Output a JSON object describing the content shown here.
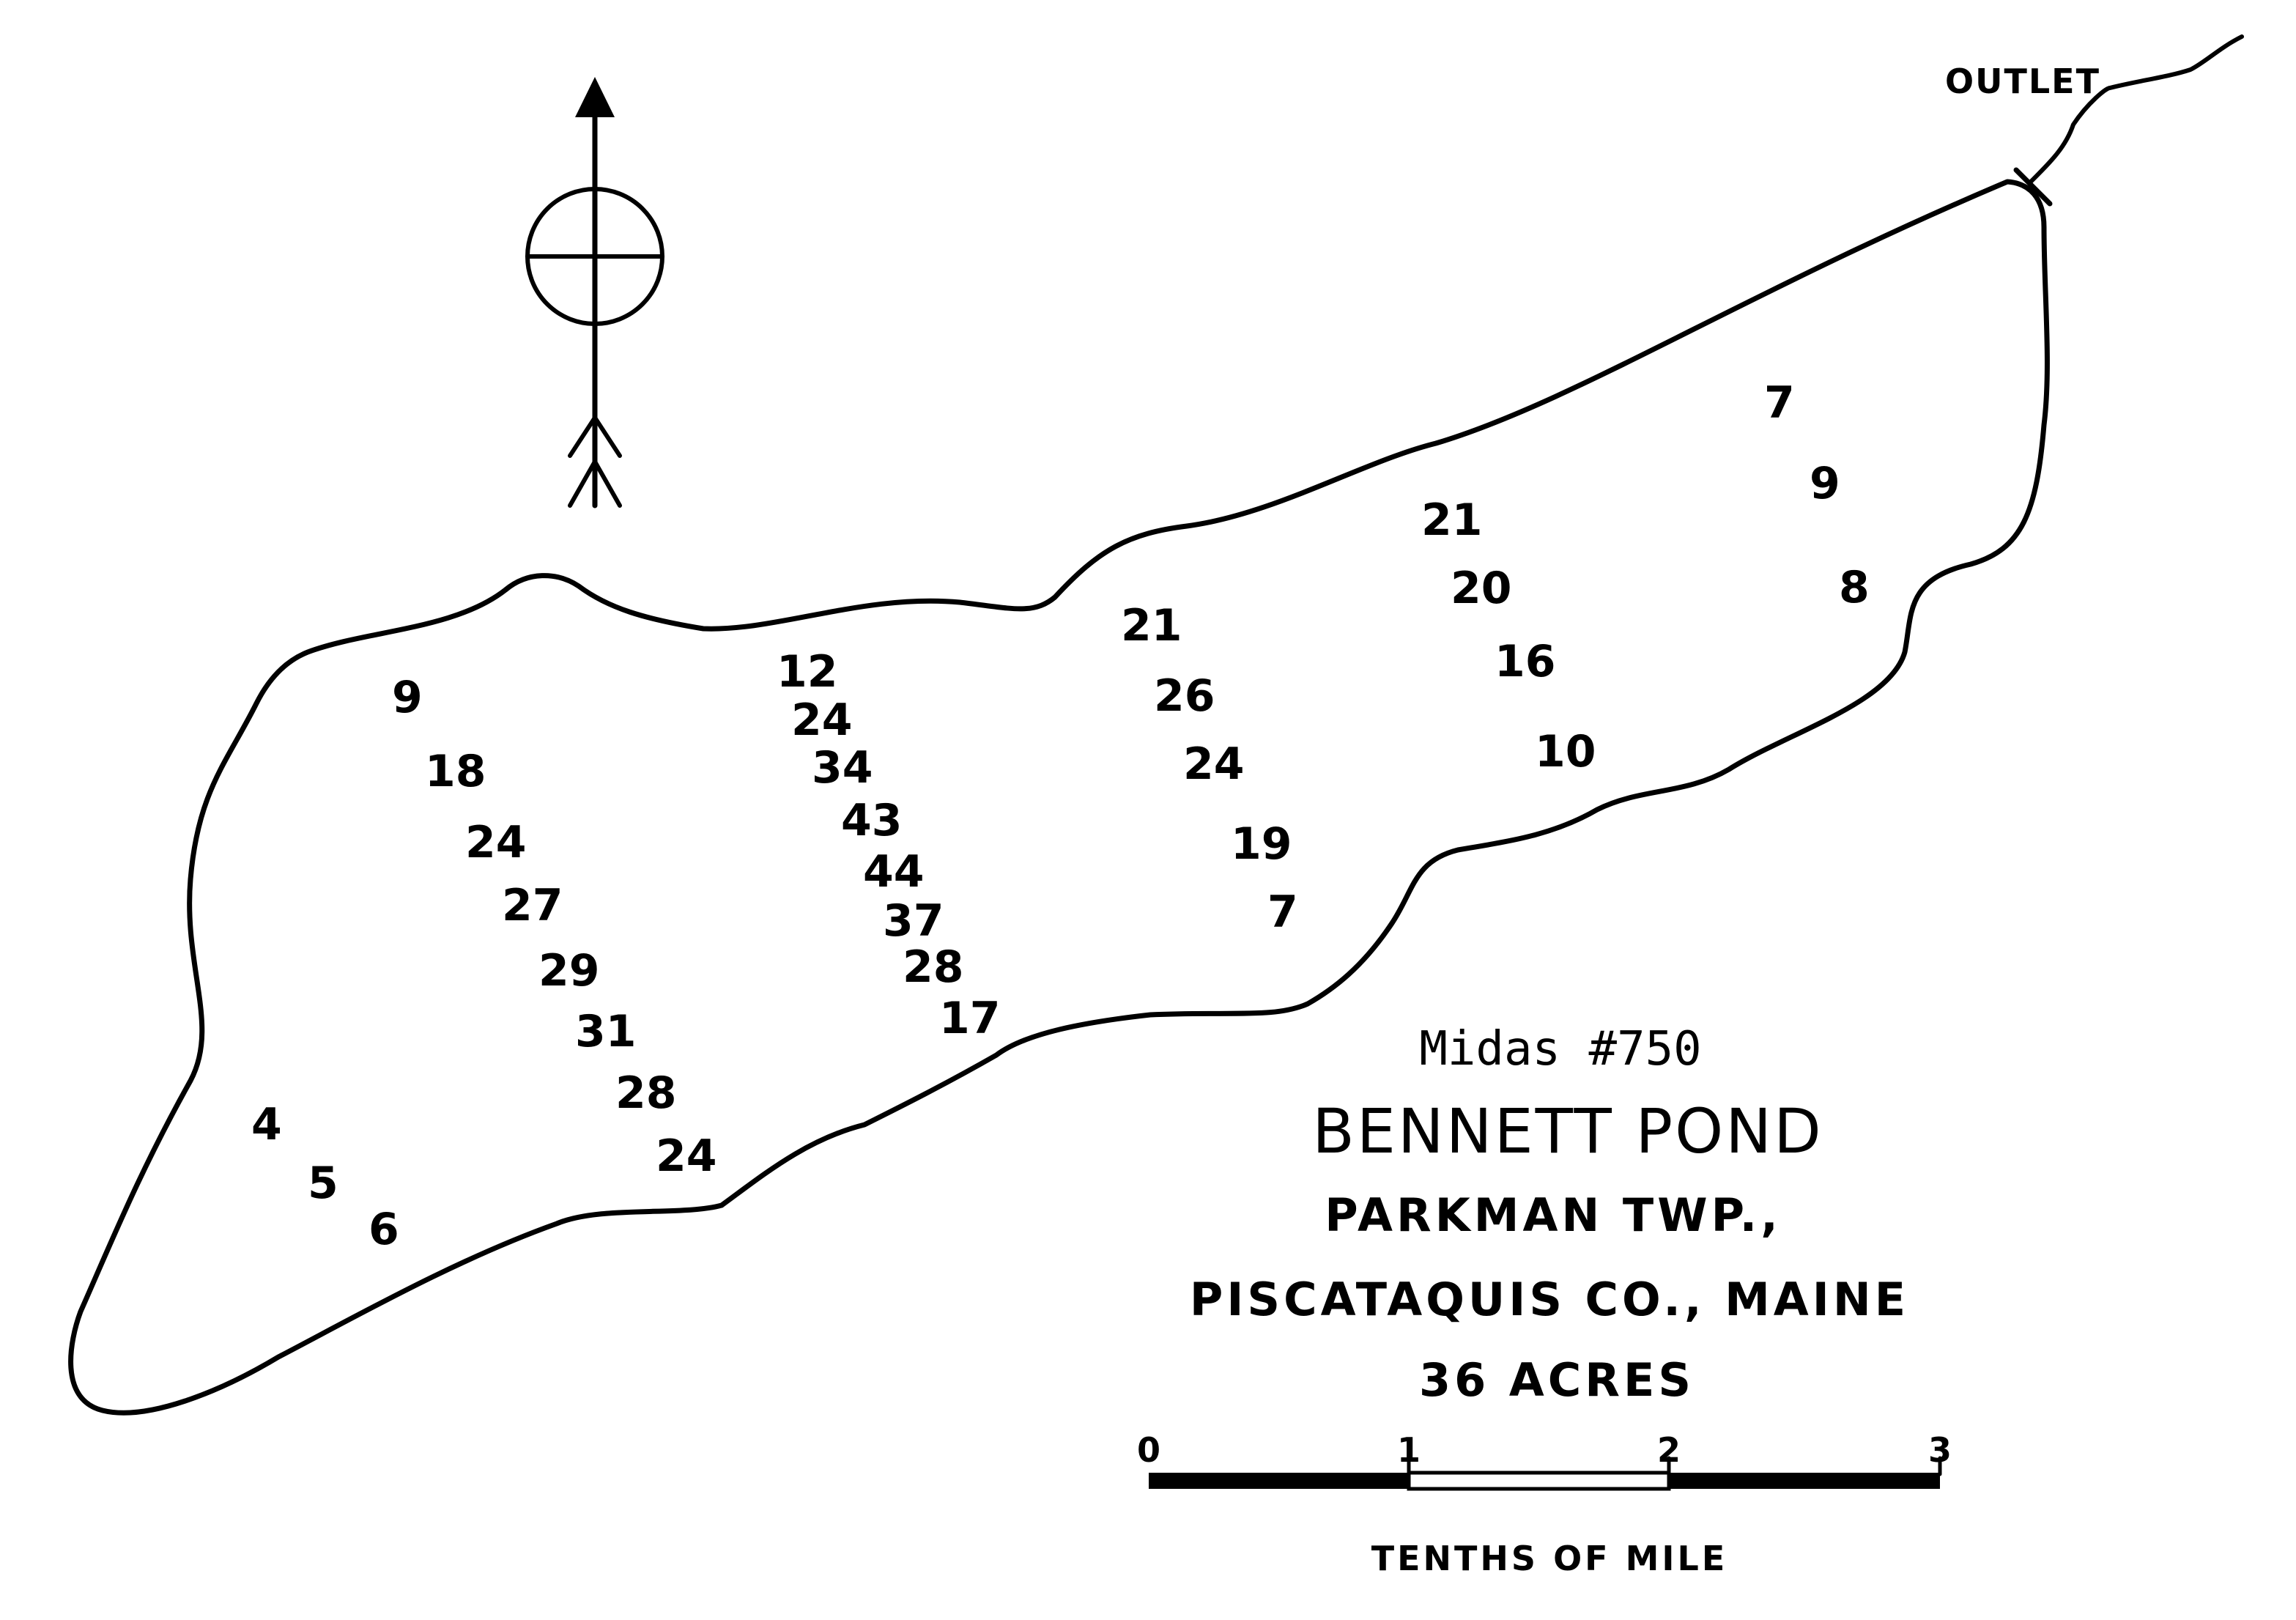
{
  "map": {
    "midas_label": "Midas #750",
    "pond_name": "BENNETT POND",
    "township": "PARKMAN TWP.,",
    "county_state": "PISCATAQUIS CO., MAINE",
    "area": "36 ACRES",
    "outlet_label": "OUTLET",
    "north_arrow_icon": "north-arrow-icon",
    "scale": {
      "ticks": [
        "0",
        "1",
        "2",
        "3"
      ],
      "units": "TENTHS OF MILE"
    },
    "depths": [
      "7",
      "9",
      "8",
      "21",
      "20",
      "16",
      "10",
      "21",
      "26",
      "24",
      "19",
      "7",
      "12",
      "24",
      "34",
      "43",
      "44",
      "37",
      "28",
      "17",
      "9",
      "18",
      "24",
      "27",
      "29",
      "31",
      "28",
      "24",
      "4",
      "5",
      "6"
    ]
  }
}
